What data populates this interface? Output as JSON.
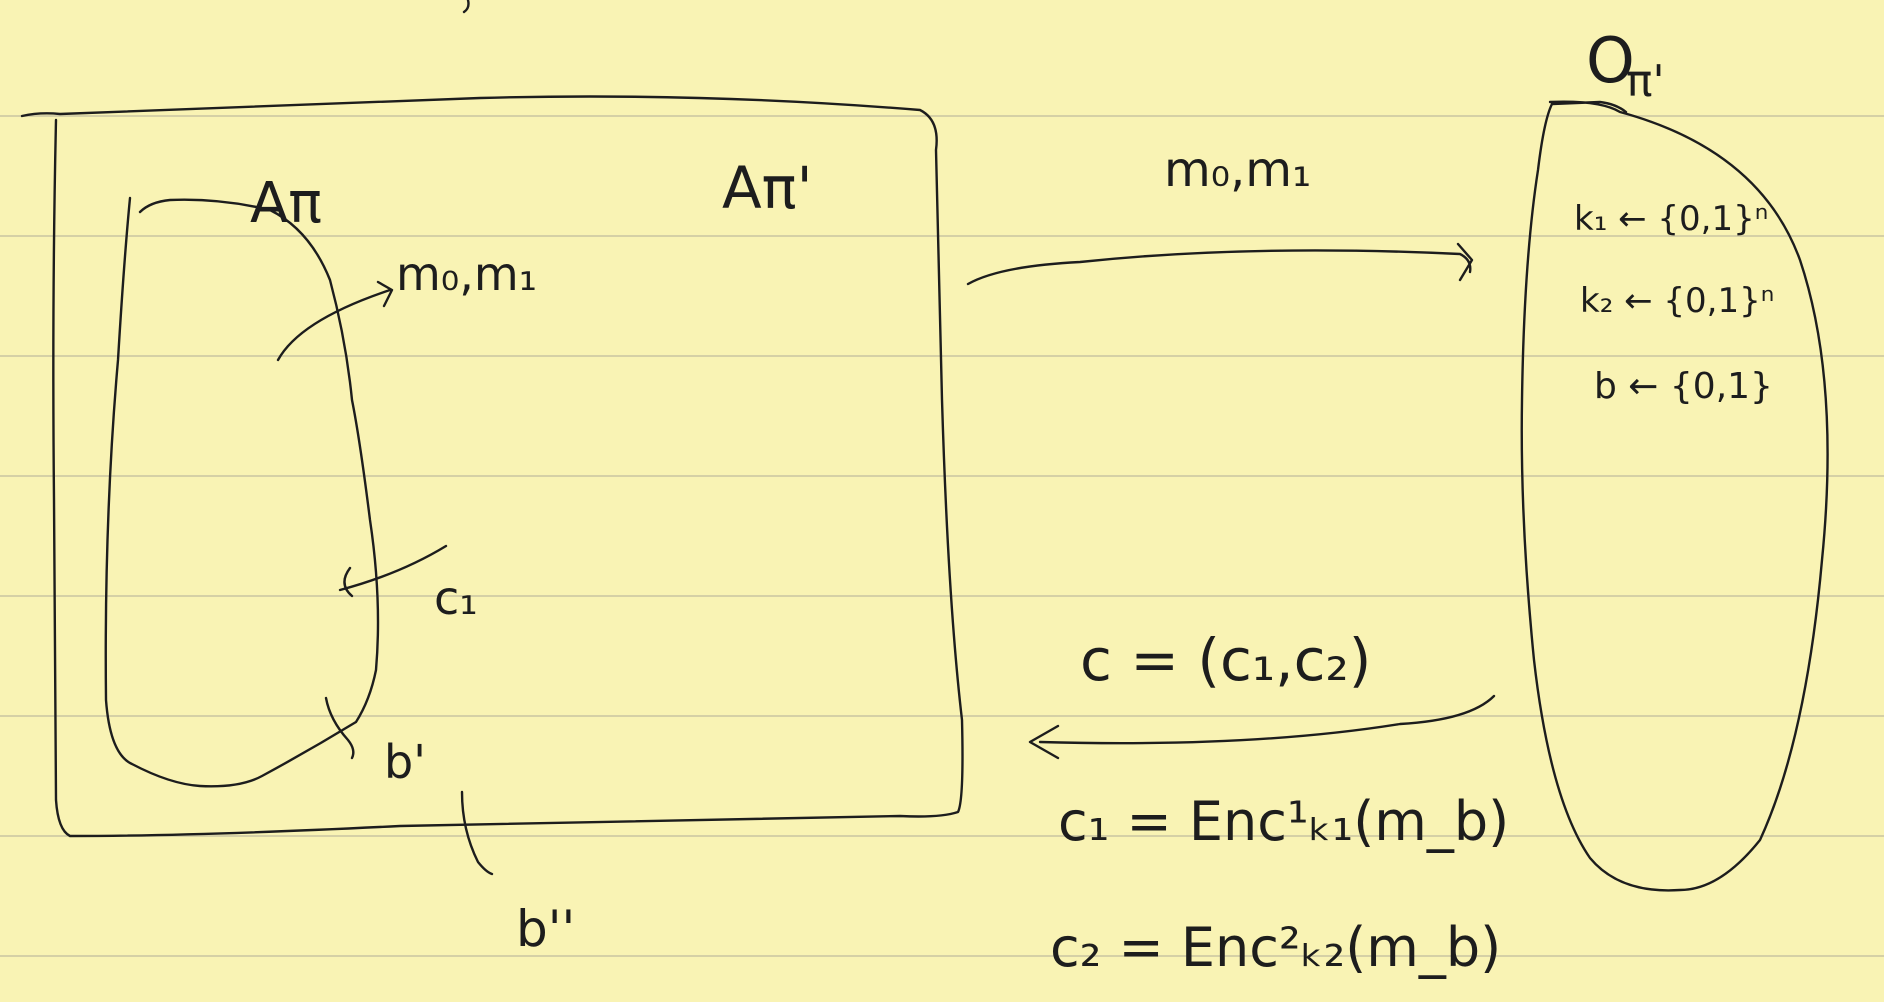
{
  "labels": {
    "oracle": "O",
    "oracle_sub": "π'",
    "inner_adversary": "Aπ",
    "outer_adversary": "Aπ'",
    "oracle_lines": [
      "k₁ ← {0,1}ⁿ",
      "k₂ ← {0,1}ⁿ",
      "b ← {0,1}"
    ],
    "msg_top": "m₀,m₁",
    "msg_inner": "m₀,m₁",
    "c1_label": "c₁",
    "challenge": "c = (c₁,c₂)",
    "c1_def": "c₁ = Enc¹ₖ₁(m_b)",
    "c2_def": "c₂ = Enc²ₖ₂(m_b)",
    "b_prime": "b'",
    "b_double_prime": "b''"
  },
  "colors": {
    "paper": "#f9f3b4",
    "ink": "#1d1d1d",
    "rule": "#c9c4a2"
  }
}
